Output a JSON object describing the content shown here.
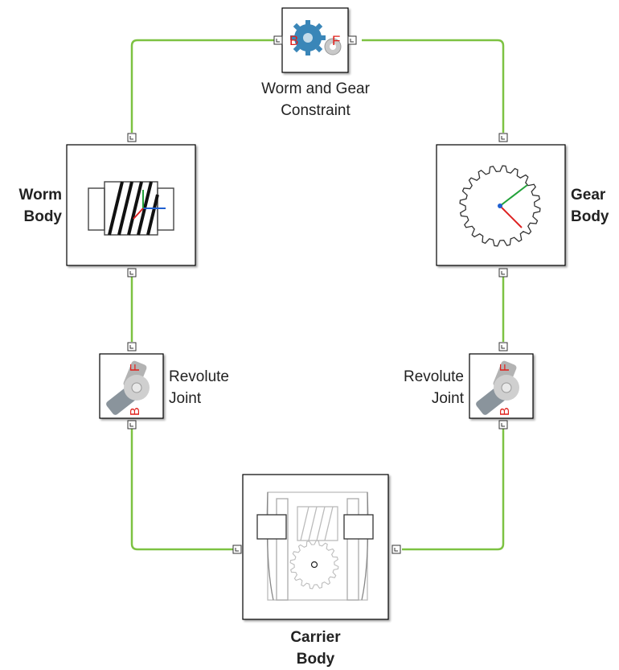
{
  "blocks": {
    "worm_gear_constraint": {
      "label_line1": "Worm and Gear",
      "label_line2": "Constraint",
      "port_b": "B",
      "port_f": "F"
    },
    "worm_body": {
      "label_line1": "Worm",
      "label_line2": "Body"
    },
    "gear_body": {
      "label_line1": "Gear",
      "label_line2": "Body"
    },
    "revolute_joint_left": {
      "label_line1": "Revolute",
      "label_line2": "Joint",
      "port_b": "B",
      "port_f": "F"
    },
    "revolute_joint_right": {
      "label_line1": "Revolute",
      "label_line2": "Joint",
      "port_b": "B",
      "port_f": "F"
    },
    "carrier_body": {
      "label_line1": "Carrier",
      "label_line2": "Body"
    }
  },
  "colors": {
    "connection_line": "#7dc242",
    "port_letters": "#e0201b",
    "block_border": "#000000",
    "gear_icon_blue": "#3a86b8"
  }
}
